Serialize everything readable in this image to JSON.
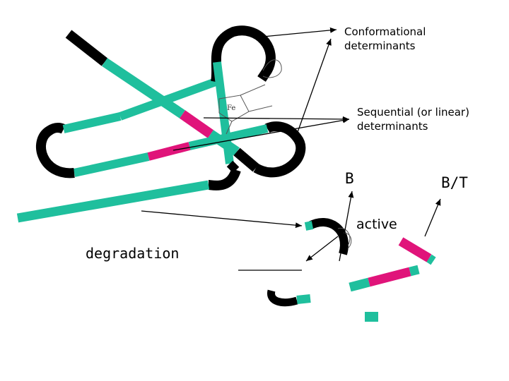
{
  "labels": {
    "conformational": [
      "Conformational",
      "determinants"
    ],
    "sequential": [
      "Sequential (or linear)",
      "determinants"
    ],
    "b": "B",
    "bt": "B/T",
    "active": "active",
    "degradation": "degradation",
    "fe": "Fe"
  },
  "colors": {
    "teal": "#1fbf9d",
    "magenta": "#e0147a",
    "black": "#000000",
    "line": "#000000"
  }
}
